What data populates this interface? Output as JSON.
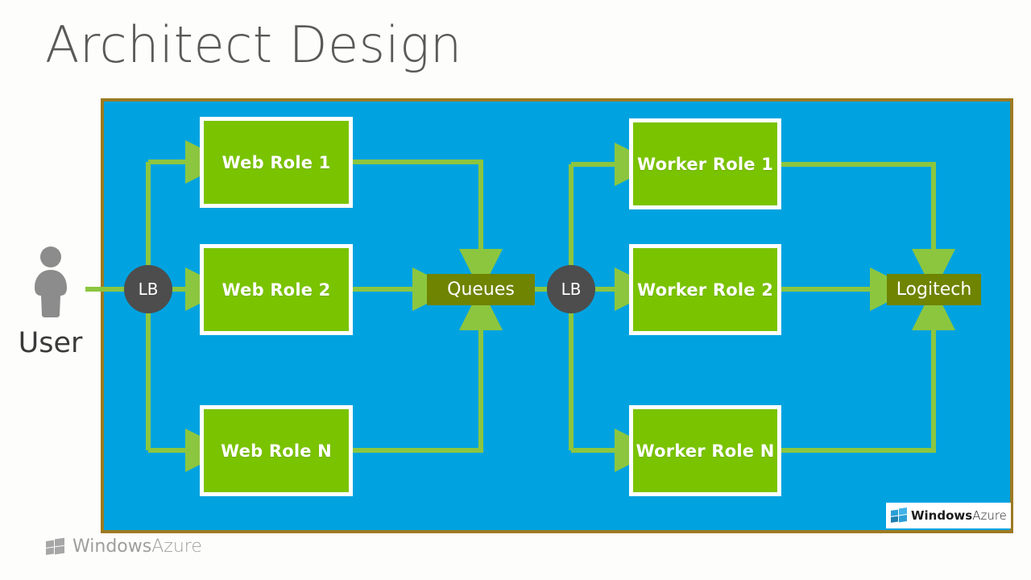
{
  "slide": {
    "title": "Architect Design"
  },
  "user": {
    "label": "User",
    "icon": "person-icon"
  },
  "panel": {
    "background_color": "#00a3e0",
    "border_color": "#9c7a22"
  },
  "load_balancers": [
    {
      "name": "lb-web",
      "label": "LB"
    },
    {
      "name": "lb-worker",
      "label": "LB"
    }
  ],
  "web_roles": [
    {
      "label": "Web Role 1"
    },
    {
      "label": "Web Role 2"
    },
    {
      "label": "Web Role N"
    }
  ],
  "worker_roles": [
    {
      "label": "Worker Role 1"
    },
    {
      "label": "Worker Role 2"
    },
    {
      "label": "Worker Role N"
    }
  ],
  "services": [
    {
      "name": "queues",
      "label": "Queues"
    },
    {
      "name": "logitech",
      "label": "Logitech"
    }
  ],
  "azure_badge": {
    "brand": "Windows",
    "product": "Azure",
    "icon": "windows-flag-icon"
  },
  "footer": {
    "brand": "Windows",
    "product": "Azure",
    "icon": "windows-flag-icon"
  },
  "colors": {
    "role_green": "#7ac300",
    "service_olive": "#6f8400",
    "connector_green": "#8cc63f",
    "panel_blue": "#00a3e0",
    "panel_border": "#9c7a22",
    "lb_gray": "#4d4d4d",
    "title_gray": "#595959"
  }
}
